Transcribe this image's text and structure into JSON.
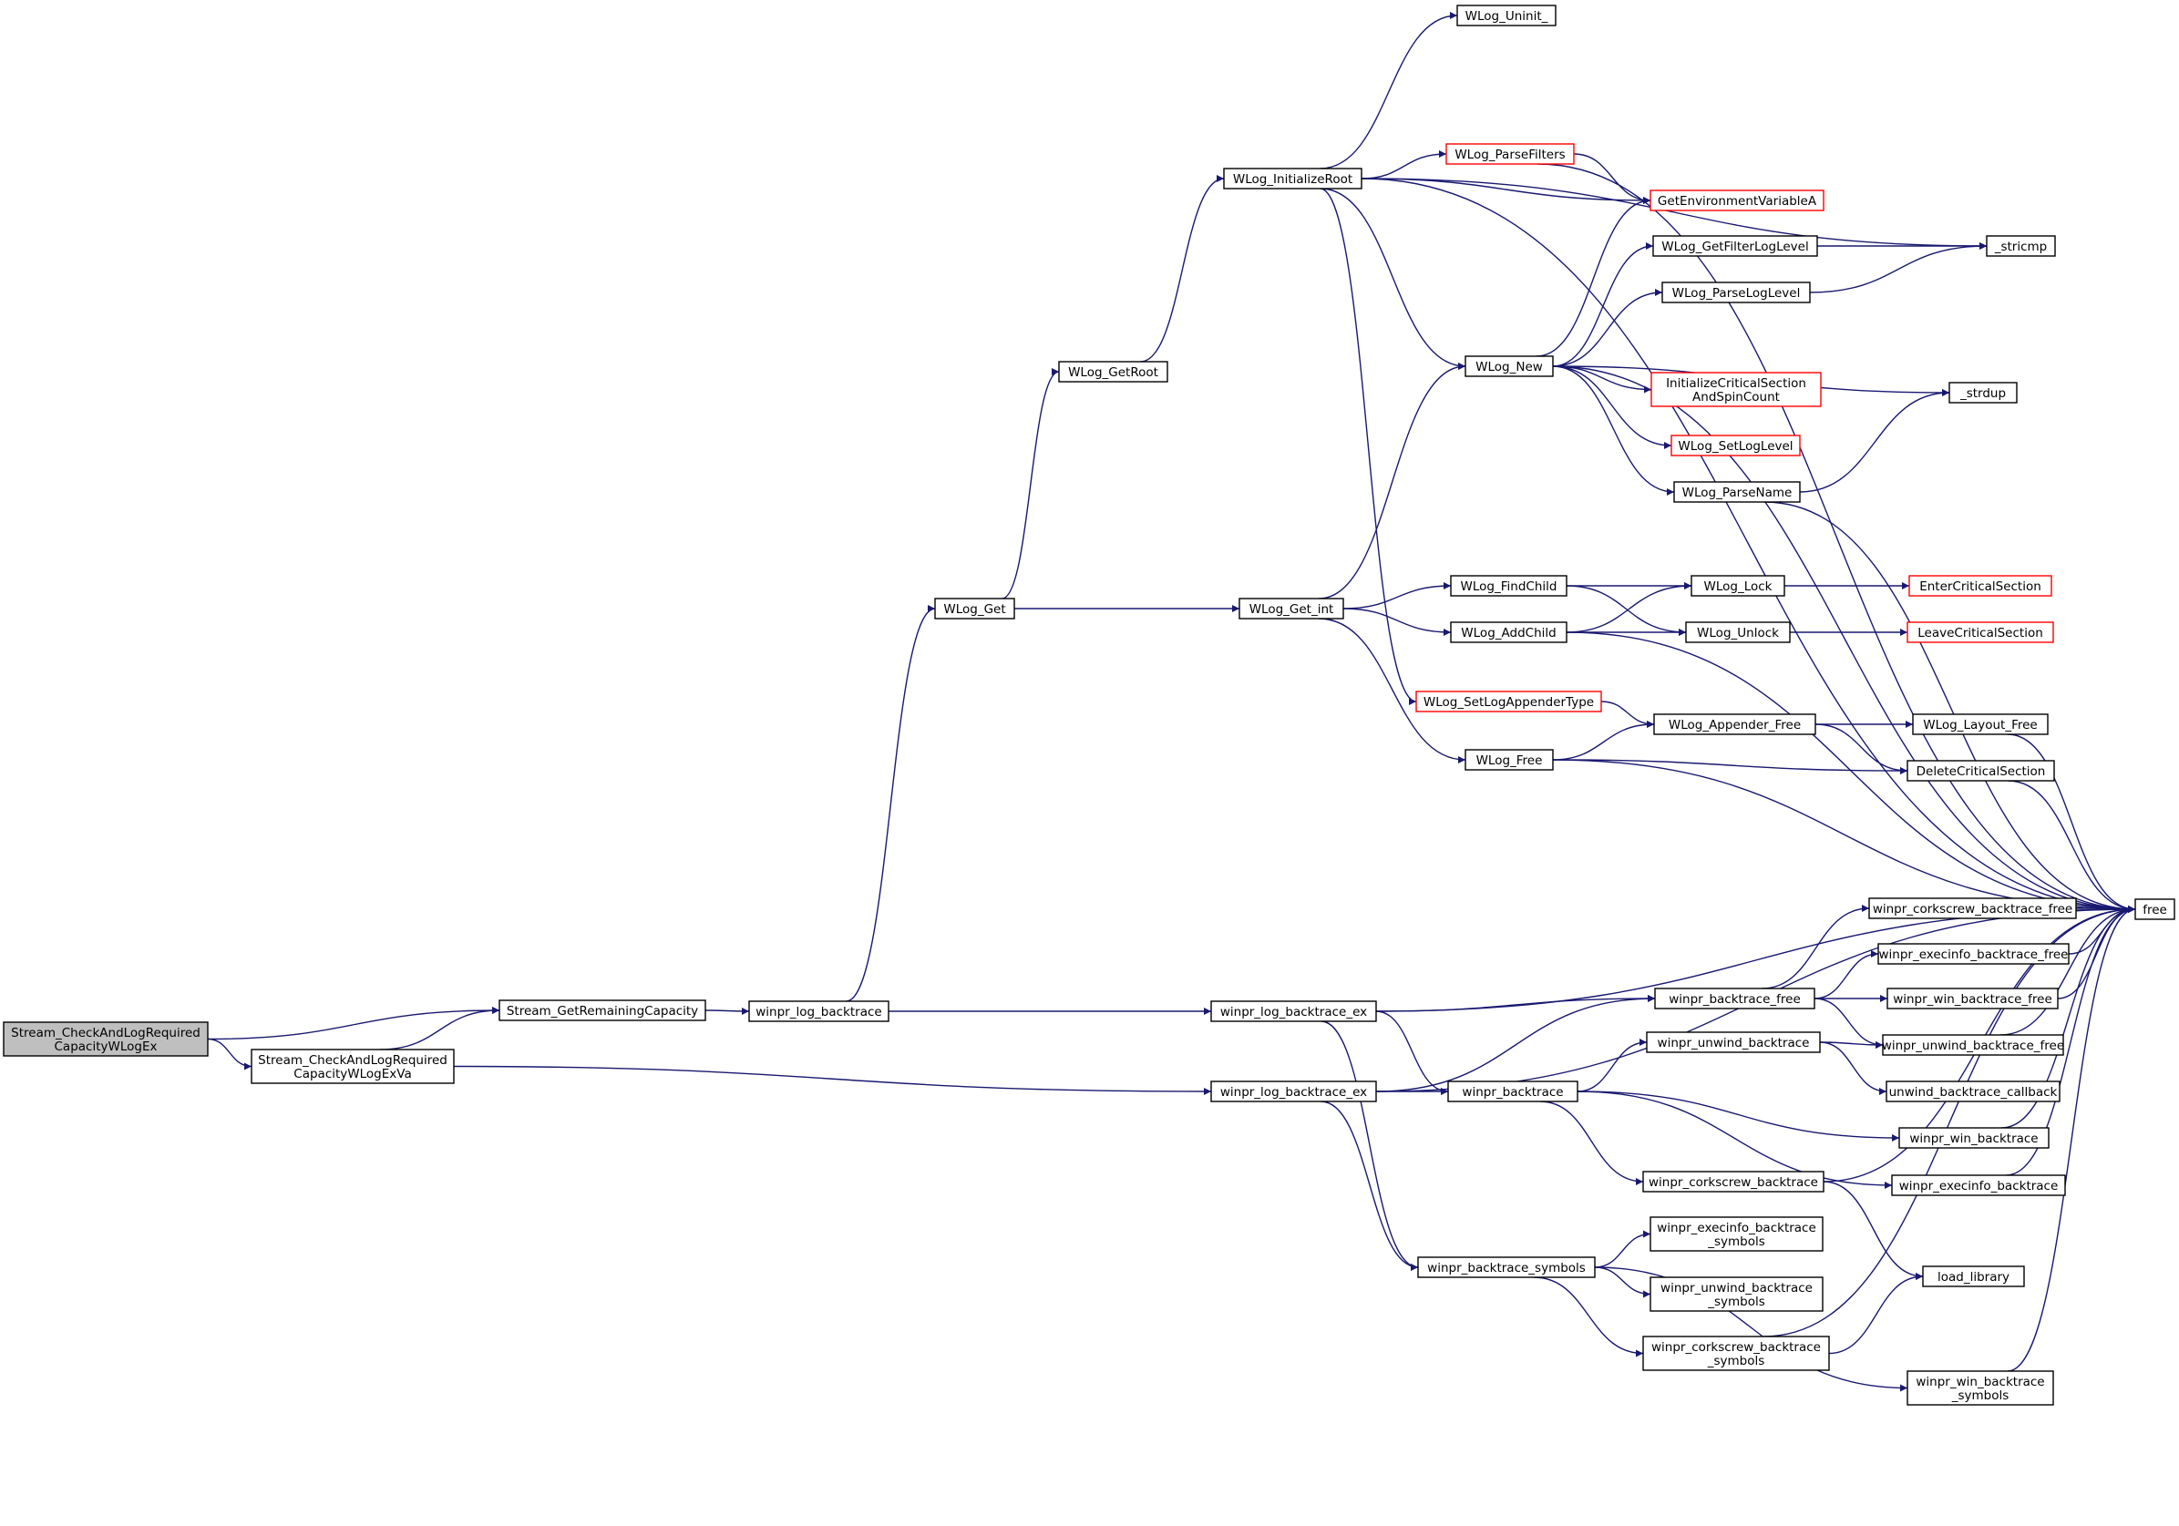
{
  "graph": {
    "colors": {
      "edge": "#191970",
      "node_border": "#000000",
      "link_border": "#ff0000",
      "root_fill": "#bfbfbf",
      "node_fill": "#ffffff"
    },
    "nodes": [
      {
        "id": "root",
        "lines": [
          "Stream_CheckAndLogRequired",
          "CapacityWLogEx"
        ],
        "style": "root"
      },
      {
        "id": "vafn",
        "lines": [
          "Stream_CheckAndLogRequired",
          "CapacityWLogExVa"
        ],
        "style": "normal"
      },
      {
        "id": "getremcap",
        "lines": [
          "Stream_GetRemainingCapacity"
        ],
        "style": "normal"
      },
      {
        "id": "logbt",
        "lines": [
          "winpr_log_backtrace"
        ],
        "style": "normal"
      },
      {
        "id": "wlogget",
        "lines": [
          "WLog_Get"
        ],
        "style": "normal"
      },
      {
        "id": "getroot",
        "lines": [
          "WLog_GetRoot"
        ],
        "style": "normal"
      },
      {
        "id": "initroot",
        "lines": [
          "WLog_InitializeRoot"
        ],
        "style": "normal"
      },
      {
        "id": "uninit",
        "lines": [
          "WLog_Uninit_"
        ],
        "style": "normal"
      },
      {
        "id": "parsefilters",
        "lines": [
          "WLog_ParseFilters"
        ],
        "style": "red"
      },
      {
        "id": "getenv",
        "lines": [
          "GetEnvironmentVariableA"
        ],
        "style": "red"
      },
      {
        "id": "getfilterll",
        "lines": [
          "WLog_GetFilterLogLevel"
        ],
        "style": "normal"
      },
      {
        "id": "stricmp",
        "lines": [
          "_stricmp"
        ],
        "style": "normal"
      },
      {
        "id": "parsell",
        "lines": [
          "WLog_ParseLogLevel"
        ],
        "style": "normal"
      },
      {
        "id": "wlognew",
        "lines": [
          "WLog_New"
        ],
        "style": "normal"
      },
      {
        "id": "initcs",
        "lines": [
          "InitializeCriticalSection",
          "AndSpinCount"
        ],
        "style": "red"
      },
      {
        "id": "strdup",
        "lines": [
          "_strdup"
        ],
        "style": "normal"
      },
      {
        "id": "setll",
        "lines": [
          "WLog_SetLogLevel"
        ],
        "style": "red"
      },
      {
        "id": "parsename",
        "lines": [
          "WLog_ParseName"
        ],
        "style": "normal"
      },
      {
        "id": "getint",
        "lines": [
          "WLog_Get_int"
        ],
        "style": "normal"
      },
      {
        "id": "findchild",
        "lines": [
          "WLog_FindChild"
        ],
        "style": "normal"
      },
      {
        "id": "lock",
        "lines": [
          "WLog_Lock"
        ],
        "style": "normal"
      },
      {
        "id": "entercs",
        "lines": [
          "EnterCriticalSection"
        ],
        "style": "red"
      },
      {
        "id": "addchild",
        "lines": [
          "WLog_AddChild"
        ],
        "style": "normal"
      },
      {
        "id": "unlock",
        "lines": [
          "WLog_Unlock"
        ],
        "style": "normal"
      },
      {
        "id": "leavecs",
        "lines": [
          "LeaveCriticalSection"
        ],
        "style": "red"
      },
      {
        "id": "setappender",
        "lines": [
          "WLog_SetLogAppenderType"
        ],
        "style": "red"
      },
      {
        "id": "appfree",
        "lines": [
          "WLog_Appender_Free"
        ],
        "style": "normal"
      },
      {
        "id": "layoutfree",
        "lines": [
          "WLog_Layout_Free"
        ],
        "style": "normal"
      },
      {
        "id": "wlogfree",
        "lines": [
          "WLog_Free"
        ],
        "style": "normal"
      },
      {
        "id": "deletecs",
        "lines": [
          "DeleteCriticalSection"
        ],
        "style": "normal"
      },
      {
        "id": "free",
        "lines": [
          "free"
        ],
        "style": "normal"
      },
      {
        "id": "logbtex1",
        "lines": [
          "winpr_log_backtrace_ex"
        ],
        "style": "normal"
      },
      {
        "id": "logbtex2",
        "lines": [
          "winpr_log_backtrace_ex"
        ],
        "style": "normal"
      },
      {
        "id": "corkfree",
        "lines": [
          "winpr_corkscrew_backtrace_free"
        ],
        "style": "normal"
      },
      {
        "id": "execfree",
        "lines": [
          "winpr_execinfo_backtrace_free"
        ],
        "style": "normal"
      },
      {
        "id": "btfree",
        "lines": [
          "winpr_backtrace_free"
        ],
        "style": "normal"
      },
      {
        "id": "winfree",
        "lines": [
          "winpr_win_backtrace_free"
        ],
        "style": "normal"
      },
      {
        "id": "unwindbt",
        "lines": [
          "winpr_unwind_backtrace"
        ],
        "style": "normal"
      },
      {
        "id": "unwindfree",
        "lines": [
          "winpr_unwind_backtrace_free"
        ],
        "style": "normal"
      },
      {
        "id": "backtrace",
        "lines": [
          "winpr_backtrace"
        ],
        "style": "normal"
      },
      {
        "id": "unwindcb",
        "lines": [
          "unwind_backtrace_callback"
        ],
        "style": "normal"
      },
      {
        "id": "winbt",
        "lines": [
          "winpr_win_backtrace"
        ],
        "style": "normal"
      },
      {
        "id": "corkbt",
        "lines": [
          "winpr_corkscrew_backtrace"
        ],
        "style": "normal"
      },
      {
        "id": "execbt",
        "lines": [
          "winpr_execinfo_backtrace"
        ],
        "style": "normal"
      },
      {
        "id": "execsym",
        "lines": [
          "winpr_execinfo_backtrace",
          "_symbols"
        ],
        "style": "normal"
      },
      {
        "id": "btsym",
        "lines": [
          "winpr_backtrace_symbols"
        ],
        "style": "normal"
      },
      {
        "id": "loadlib",
        "lines": [
          "load_library"
        ],
        "style": "normal"
      },
      {
        "id": "unwindsym",
        "lines": [
          "winpr_unwind_backtrace",
          "_symbols"
        ],
        "style": "normal"
      },
      {
        "id": "corksym",
        "lines": [
          "winpr_corkscrew_backtrace",
          "_symbols"
        ],
        "style": "normal"
      },
      {
        "id": "winsym",
        "lines": [
          "winpr_win_backtrace",
          "_symbols"
        ],
        "style": "normal"
      }
    ],
    "edges": [
      [
        "root",
        "getremcap"
      ],
      [
        "root",
        "vafn"
      ],
      [
        "vafn",
        "getremcap"
      ],
      [
        "vafn",
        "logbtex2"
      ],
      [
        "getremcap",
        "logbt"
      ],
      [
        "logbt",
        "wlogget"
      ],
      [
        "logbt",
        "logbtex1"
      ],
      [
        "wlogget",
        "getroot"
      ],
      [
        "wlogget",
        "getint"
      ],
      [
        "getroot",
        "initroot"
      ],
      [
        "initroot",
        "uninit"
      ],
      [
        "initroot",
        "free"
      ],
      [
        "initroot",
        "stricmp"
      ],
      [
        "initroot",
        "parsefilters"
      ],
      [
        "initroot",
        "getenv"
      ],
      [
        "initroot",
        "wlognew"
      ],
      [
        "initroot",
        "setappender"
      ],
      [
        "parsefilters",
        "free"
      ],
      [
        "parsefilters",
        "getenv"
      ],
      [
        "getfilterll",
        "stricmp"
      ],
      [
        "parsell",
        "stricmp"
      ],
      [
        "wlognew",
        "getenv"
      ],
      [
        "wlognew",
        "getfilterll"
      ],
      [
        "wlognew",
        "parsell"
      ],
      [
        "wlognew",
        "strdup"
      ],
      [
        "wlognew",
        "initcs"
      ],
      [
        "wlognew",
        "setll"
      ],
      [
        "wlognew",
        "parsename"
      ],
      [
        "wlognew",
        "free"
      ],
      [
        "parsename",
        "strdup"
      ],
      [
        "parsename",
        "free"
      ],
      [
        "getint",
        "wlognew"
      ],
      [
        "getint",
        "findchild"
      ],
      [
        "getint",
        "addchild"
      ],
      [
        "getint",
        "wlogfree"
      ],
      [
        "findchild",
        "lock"
      ],
      [
        "findchild",
        "unlock"
      ],
      [
        "addchild",
        "lock"
      ],
      [
        "addchild",
        "unlock"
      ],
      [
        "addchild",
        "free"
      ],
      [
        "lock",
        "entercs"
      ],
      [
        "unlock",
        "leavecs"
      ],
      [
        "setappender",
        "appfree"
      ],
      [
        "appfree",
        "layoutfree"
      ],
      [
        "appfree",
        "deletecs"
      ],
      [
        "layoutfree",
        "free"
      ],
      [
        "deletecs",
        "free"
      ],
      [
        "wlogfree",
        "appfree"
      ],
      [
        "wlogfree",
        "deletecs"
      ],
      [
        "wlogfree",
        "free"
      ],
      [
        "logbtex1",
        "free"
      ],
      [
        "logbtex1",
        "btfree"
      ],
      [
        "logbtex1",
        "backtrace"
      ],
      [
        "logbtex1",
        "btsym"
      ],
      [
        "logbtex2",
        "btfree"
      ],
      [
        "logbtex2",
        "backtrace"
      ],
      [
        "logbtex2",
        "btsym"
      ],
      [
        "logbtex2",
        "free"
      ],
      [
        "btfree",
        "corkfree"
      ],
      [
        "btfree",
        "execfree"
      ],
      [
        "btfree",
        "winfree"
      ],
      [
        "btfree",
        "unwindfree"
      ],
      [
        "corkfree",
        "free"
      ],
      [
        "execfree",
        "free"
      ],
      [
        "winfree",
        "free"
      ],
      [
        "unwindfree",
        "free"
      ],
      [
        "backtrace",
        "unwindbt"
      ],
      [
        "backtrace",
        "winbt"
      ],
      [
        "backtrace",
        "execbt"
      ],
      [
        "backtrace",
        "corkbt"
      ],
      [
        "unwindbt",
        "unwindfree"
      ],
      [
        "unwindbt",
        "unwindcb"
      ],
      [
        "winbt",
        "free"
      ],
      [
        "execbt",
        "free"
      ],
      [
        "corkbt",
        "free"
      ],
      [
        "corkbt",
        "loadlib"
      ],
      [
        "btsym",
        "execsym"
      ],
      [
        "btsym",
        "unwindsym"
      ],
      [
        "btsym",
        "corksym"
      ],
      [
        "btsym",
        "winsym"
      ],
      [
        "corksym",
        "loadlib"
      ],
      [
        "corksym",
        "free"
      ],
      [
        "winsym",
        "free"
      ]
    ]
  }
}
